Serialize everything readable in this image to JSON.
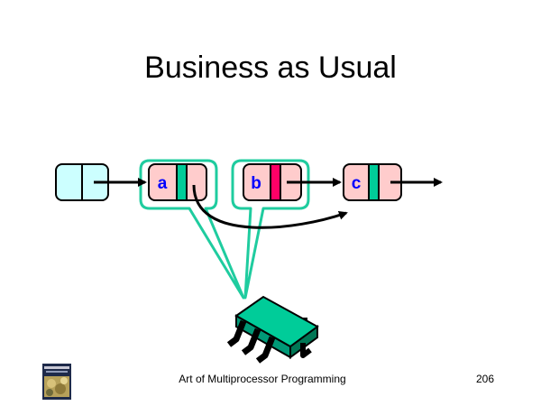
{
  "slide": {
    "title": "Business as Usual",
    "footer": "Art of Multiprocessor Programming",
    "page_number": "206"
  },
  "nodes": [
    {
      "id": "head",
      "label": "",
      "fill": "#ccffff",
      "mark_color": null
    },
    {
      "id": "a",
      "label": "a",
      "fill": "#ffcccc",
      "mark_color": "#00cc99"
    },
    {
      "id": "b",
      "label": "b",
      "fill": "#ffcccc",
      "mark_color": "#ff0066"
    },
    {
      "id": "c",
      "label": "c",
      "fill": "#ffcccc",
      "mark_color": "#00cc99"
    }
  ],
  "colors": {
    "highlight": "#1fcc9f",
    "label_text": "#0000ff",
    "arrow": "#000000",
    "chip": "#00cc99"
  },
  "icons": {
    "thread": "processor-chip-icon",
    "book": "book-cover-icon"
  }
}
